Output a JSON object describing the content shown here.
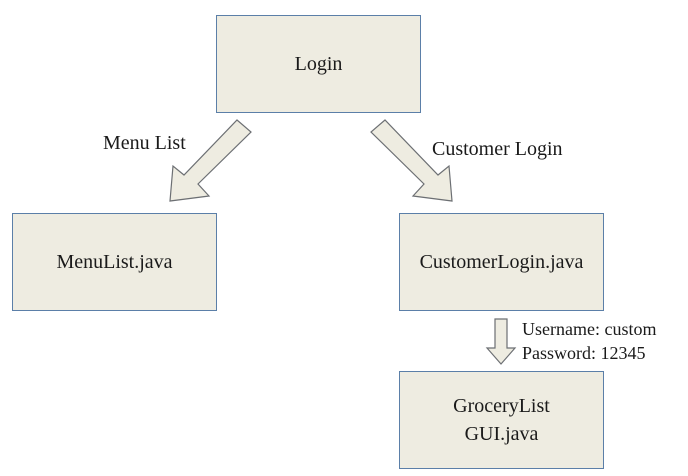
{
  "nodes": {
    "login": {
      "label": "Login"
    },
    "menu_list": {
      "label": "MenuList.java"
    },
    "customer_login": {
      "label": "CustomerLogin.java"
    },
    "grocery_list": {
      "line1": "GroceryList",
      "line2": "GUI.java"
    }
  },
  "edges": {
    "to_menu_list": {
      "label": "Menu List"
    },
    "to_customer_login": {
      "label": "Customer Login"
    },
    "to_grocery_list": {
      "username": "Username: custom",
      "password": "Password: 12345"
    }
  },
  "colors": {
    "box_fill": "#eeece1",
    "box_border": "#5b7fa8",
    "arrow_stroke": "#6c6f73"
  }
}
